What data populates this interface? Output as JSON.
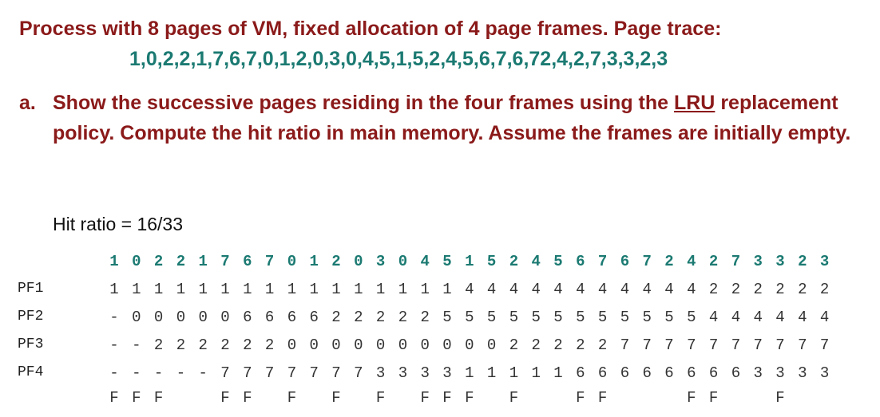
{
  "title": "Process with 8 pages of VM, fixed allocation of 4 page frames.  Page trace:",
  "trace": "1,0,2,2,1,7,6,7,0,1,2,0,3,0,4,5,1,5,2,4,5,6,7,6,72,4,2,7,3,3,2,3",
  "question": {
    "label": "a.",
    "before": "Show the successive pages residing in the four frames using the ",
    "underlined": "LRU",
    "after": " replacement policy.  Compute the hit ratio in main memory.  Assume the frames are initially empty."
  },
  "hit_ratio": "Hit ratio = 16/33",
  "table": {
    "header": [
      "1",
      "0",
      "2",
      "2",
      "1",
      "7",
      "6",
      "7",
      "0",
      "1",
      "2",
      "0",
      "3",
      "0",
      "4",
      "5",
      "1",
      "5",
      "2",
      "4",
      "5",
      "6",
      "7",
      "6",
      "7",
      "2",
      "4",
      "2",
      "7",
      "3",
      "3",
      "2",
      "3"
    ],
    "rows": [
      {
        "label": "PF1",
        "cells": [
          "1",
          "1",
          "1",
          "1",
          "1",
          "1",
          "1",
          "1",
          "1",
          "1",
          "1",
          "1",
          "1",
          "1",
          "1",
          "1",
          "4",
          "4",
          "4",
          "4",
          "4",
          "4",
          "4",
          "4",
          "4",
          "4",
          "4",
          "2",
          "2",
          "2",
          "2",
          "2",
          "2"
        ]
      },
      {
        "label": "PF2",
        "cells": [
          "-",
          "0",
          "0",
          "0",
          "0",
          "0",
          "6",
          "6",
          "6",
          "6",
          "2",
          "2",
          "2",
          "2",
          "2",
          "5",
          "5",
          "5",
          "5",
          "5",
          "5",
          "5",
          "5",
          "5",
          "5",
          "5",
          "5",
          "4",
          "4",
          "4",
          "4",
          "4",
          "4"
        ]
      },
      {
        "label": "PF3",
        "cells": [
          "-",
          "-",
          "2",
          "2",
          "2",
          "2",
          "2",
          "2",
          "0",
          "0",
          "0",
          "0",
          "0",
          "0",
          "0",
          "0",
          "0",
          "0",
          "2",
          "2",
          "2",
          "2",
          "2",
          "7",
          "7",
          "7",
          "7",
          "7",
          "7",
          "7",
          "7",
          "7",
          "7"
        ]
      },
      {
        "label": "PF4",
        "cells": [
          "-",
          "-",
          "-",
          "-",
          "-",
          "7",
          "7",
          "7",
          "7",
          "7",
          "7",
          "7",
          "3",
          "3",
          "3",
          "3",
          "1",
          "1",
          "1",
          "1",
          "1",
          "6",
          "6",
          "6",
          "6",
          "6",
          "6",
          "6",
          "6",
          "3",
          "3",
          "3",
          "3"
        ]
      }
    ],
    "faults": [
      "F",
      "F",
      "F",
      "",
      "",
      "F",
      "F",
      "",
      "F",
      "",
      "F",
      "",
      "F",
      "",
      "F",
      "F",
      "F",
      "",
      "F",
      "",
      "",
      "F",
      "F",
      "",
      "",
      "",
      "F",
      "F",
      "",
      "",
      "F",
      "",
      ""
    ]
  }
}
